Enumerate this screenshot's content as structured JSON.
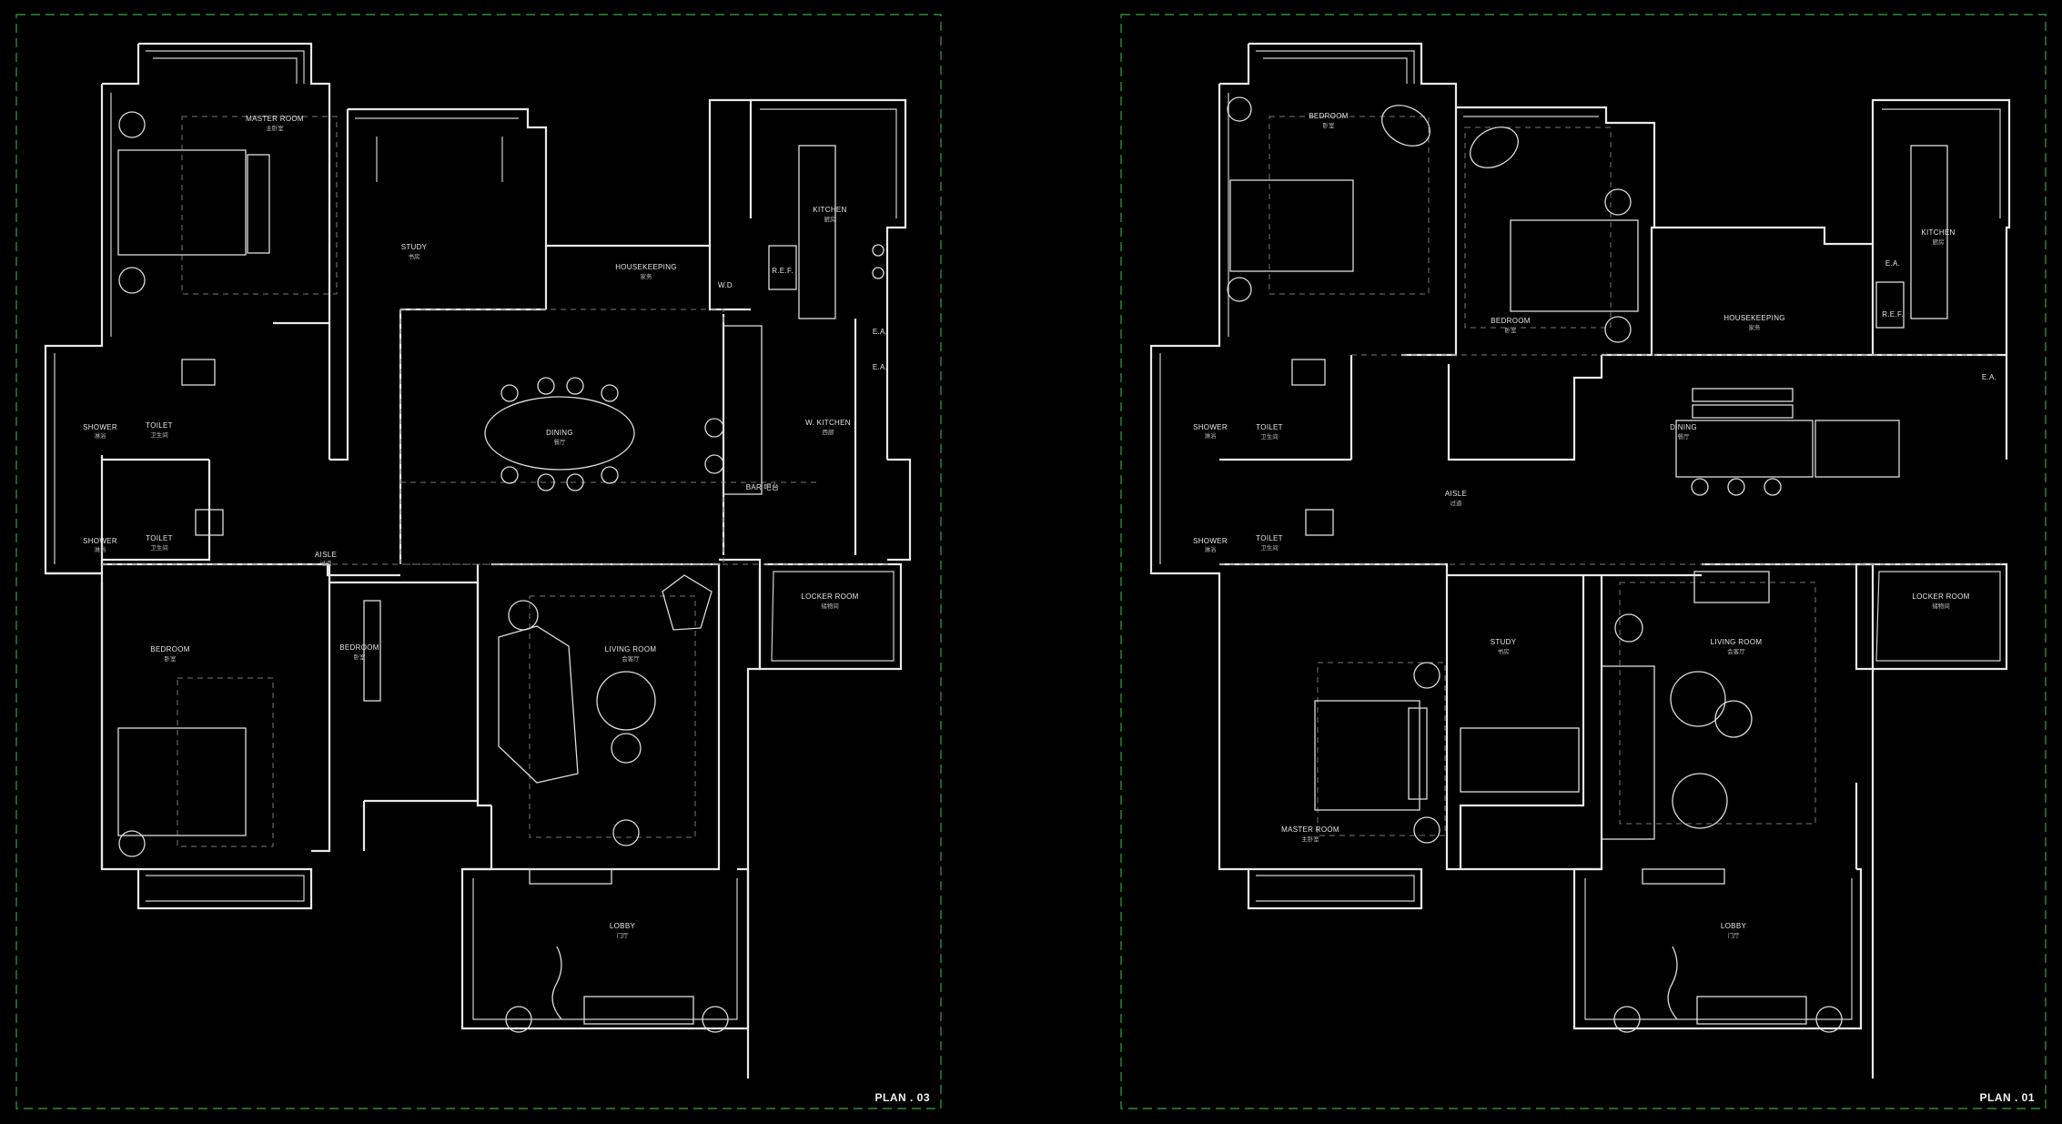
{
  "plans": [
    {
      "title": "PLAN . 03",
      "rooms": {
        "master": {
          "en": "MASTER ROOM",
          "cn": "主卧室"
        },
        "study": {
          "en": "STUDY",
          "cn": "书房"
        },
        "housekeeping": {
          "en": "HOUSEKEEPING",
          "cn": "家务"
        },
        "wd": {
          "en": "W.D",
          "cn": ""
        },
        "ref": {
          "en": "R.E.F.",
          "cn": ""
        },
        "kitchen": {
          "en": "KITCHEN",
          "cn": "厨房"
        },
        "ea1": {
          "en": "E.A.",
          "cn": ""
        },
        "ea2": {
          "en": "E.A.",
          "cn": ""
        },
        "shower1": {
          "en": "SHOWER",
          "cn": "淋浴"
        },
        "toilet1": {
          "en": "TOILET",
          "cn": "卫生间"
        },
        "dining": {
          "en": "DINING",
          "cn": "餐厅"
        },
        "wkitchen": {
          "en": "W. KITCHEN",
          "cn": "西厨"
        },
        "bar": {
          "en": "BAR 吧台",
          "cn": ""
        },
        "shower2": {
          "en": "SHOWER",
          "cn": "淋浴"
        },
        "toilet2": {
          "en": "TOILET",
          "cn": "卫生间"
        },
        "aisle": {
          "en": "AISLE",
          "cn": "过道"
        },
        "locker": {
          "en": "LOCKER ROOM",
          "cn": "储物间"
        },
        "bedroom1": {
          "en": "BEDROOM",
          "cn": "卧室"
        },
        "bedroom2": {
          "en": "BEDROOM",
          "cn": "卧室"
        },
        "living": {
          "en": "LIVING ROOM",
          "cn": "会客厅"
        },
        "lobby": {
          "en": "LOBBY",
          "cn": "门厅"
        }
      }
    },
    {
      "title": "PLAN . 01",
      "rooms": {
        "bedroom_a": {
          "en": "BEDROOM",
          "cn": "卧室"
        },
        "bedroom_b": {
          "en": "BEDROOM",
          "cn": "卧室"
        },
        "housekeeping": {
          "en": "HOUSEKEEPING",
          "cn": "家务"
        },
        "kitchen": {
          "en": "KITCHEN",
          "cn": "厨房"
        },
        "ea1": {
          "en": "E.A.",
          "cn": ""
        },
        "ref": {
          "en": "R.E.F.",
          "cn": ""
        },
        "ea2": {
          "en": "E.A.",
          "cn": ""
        },
        "shower1": {
          "en": "SHOWER",
          "cn": "淋浴"
        },
        "toilet1": {
          "en": "TOILET",
          "cn": "卫生间"
        },
        "dining": {
          "en": "DINING",
          "cn": "餐厅"
        },
        "shower2": {
          "en": "SHOWER",
          "cn": "淋浴"
        },
        "toilet2": {
          "en": "TOILET",
          "cn": "卫生间"
        },
        "aisle": {
          "en": "AISLE",
          "cn": "过道"
        },
        "locker": {
          "en": "LOCKER ROOM",
          "cn": "储物间"
        },
        "study": {
          "en": "STUDY",
          "cn": "书房"
        },
        "living": {
          "en": "LIVING ROOM",
          "cn": "会客厅"
        },
        "master": {
          "en": "MASTER ROOM",
          "cn": "主卧室"
        },
        "lobby": {
          "en": "LOBBY",
          "cn": "门厅"
        }
      }
    }
  ]
}
